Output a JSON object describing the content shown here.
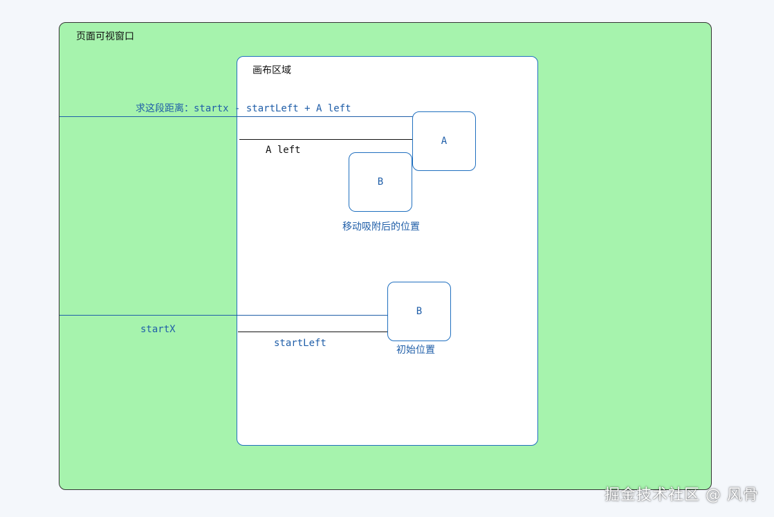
{
  "viewport": {
    "title": "页面可视窗口"
  },
  "canvas": {
    "title": "画布区域"
  },
  "nodes": {
    "a": "A",
    "b_moved": "B",
    "b_initial": "B"
  },
  "labels": {
    "distance_formula": "求这段距离：startx - startLeft + A left",
    "a_left": "A left",
    "moved_position": "移动吸附后的位置",
    "start_x": "startX",
    "start_left": "startLeft",
    "initial_position": "初始位置"
  },
  "watermark": "掘金技术社区 @ 风骨",
  "colors": {
    "viewport_fill": "#a6f3ad",
    "canvas_fill": "#ffffff",
    "accent_blue": "#1f5ea8",
    "line_black": "#111111"
  }
}
